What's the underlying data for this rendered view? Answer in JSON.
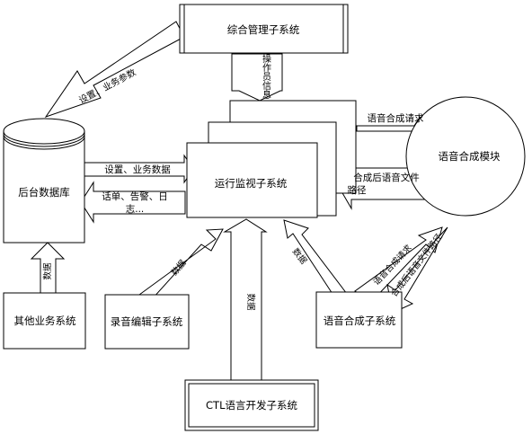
{
  "boxes": {
    "integrated_mgmt": "综合管理子系统",
    "run_monitor": "运行监视子系统",
    "backend_db": "后台数据库",
    "tts_module": "语音合成模块",
    "other_business": "其他业务系统",
    "recording_edit": "录音编辑子系统",
    "tts_subsystem": "语音合成子系统",
    "ctl_dev": "CTL语言开发子系统"
  },
  "arrows": {
    "settings_params": "设置、业务参数",
    "operator_info": "操作员信息",
    "settings_business_data": "设置、业务数据",
    "logs_line1": "话单、告警、日",
    "logs_line2": "志...",
    "tts_request_top": "语音合成请求",
    "tts_result_line1": "合成后语音文件",
    "tts_result_line2": "路径",
    "data_other": "数据",
    "data_recording": "数据",
    "data_ctl": "数据",
    "data_tts": "数据",
    "tts_request_diag": "语音合成请求",
    "tts_result_diag": "合成后语音文件路径"
  }
}
